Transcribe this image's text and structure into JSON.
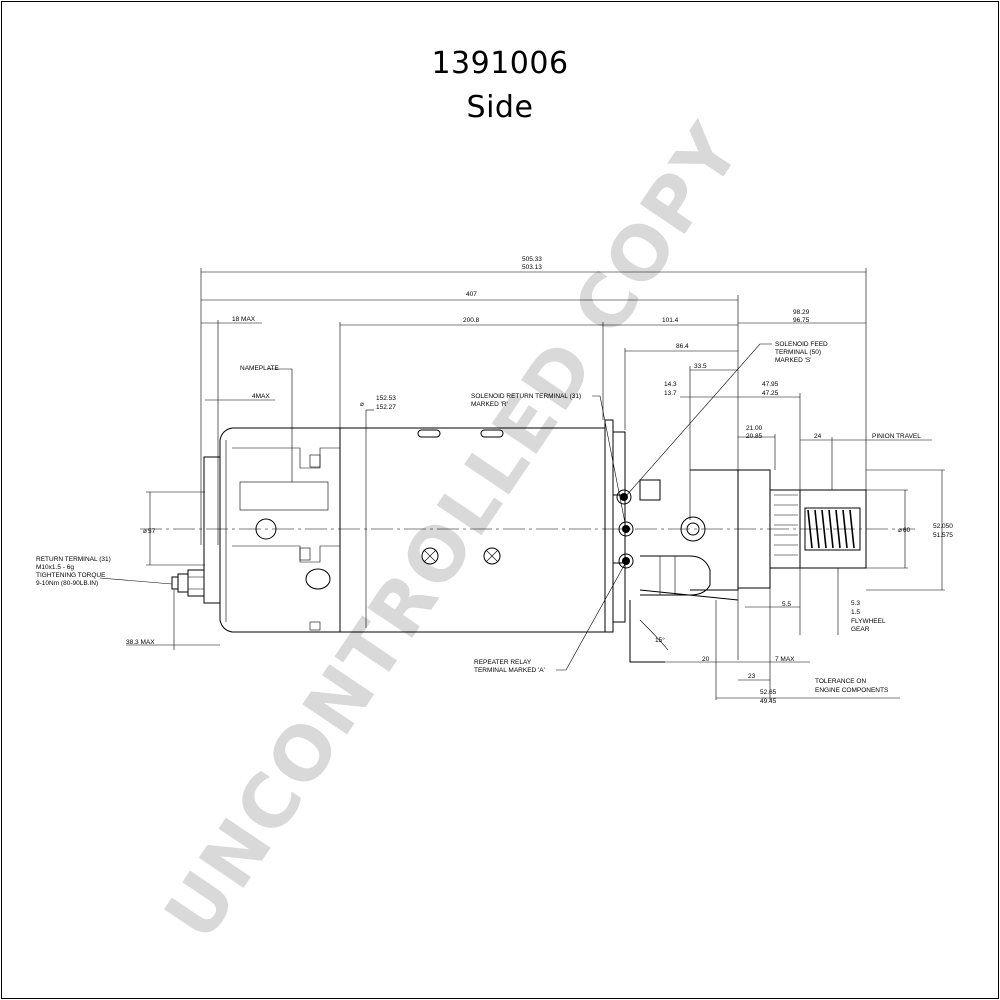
{
  "drawing": {
    "part_number": "1391006",
    "view_name": "Side",
    "watermark": "UNCONTROLLED COPY"
  },
  "dimensions": {
    "overall_max": "505.33",
    "overall_min": "503.13",
    "body_length": "407",
    "d_98_max": "98.29",
    "d_98_min": "96.75",
    "end_cap": "18 MAX",
    "housing": "200.8",
    "solenoid_len": "101.4",
    "d_86": "86.4",
    "d_33": "33.5",
    "d_14_max": "14.3",
    "d_14_min": "13.7",
    "d_47_max": "47.95",
    "d_47_min": "47.25",
    "d_21_max": "21.00",
    "d_21_min": "20.85",
    "travel_val": "24",
    "pinion_travel": "PINION TRAVEL",
    "d_4max": "4MAX",
    "dia_152_max": "152.53",
    "dia_152_min": "152.27",
    "dia_57": "57",
    "dia_60": "60",
    "dia_52_max": "52.050",
    "dia_52_min": "51.575",
    "d_5_5": "5.5",
    "d_5_3": "5.3",
    "d_1_5": "1.5",
    "flywheel": "FLYWHEEL",
    "gear": "GEAR",
    "d_20": "20",
    "d_7max": "7 MAX",
    "d_23": "23",
    "d_52_max": "52.65",
    "d_52_min": "49.45",
    "d_38": "38.3 MAX",
    "angle": "15°"
  },
  "labels": {
    "nameplate": "NAMEPLATE",
    "sol_feed_1": "SOLENOID FEED",
    "sol_feed_2": "TERMINAL (50)",
    "sol_feed_3": "MARKED 'S'",
    "sol_ret_1": "SOLENOID RETURN TERMINAL (31)",
    "sol_ret_2": "MARKED 'R'",
    "ret_term_1": "RETURN TERMINAL (31)",
    "ret_term_2": "M10x1.5 - 6g",
    "ret_term_3": "TIGHTENING TORQUE",
    "ret_term_4": "9-10Nm (80-90LB.IN)",
    "relay_1": "REPEATER RELAY",
    "relay_2": "TERMINAL MARKED 'A'",
    "tol_1": "TOLERANCE ON",
    "tol_2": "ENGINE COMPONENTS"
  }
}
